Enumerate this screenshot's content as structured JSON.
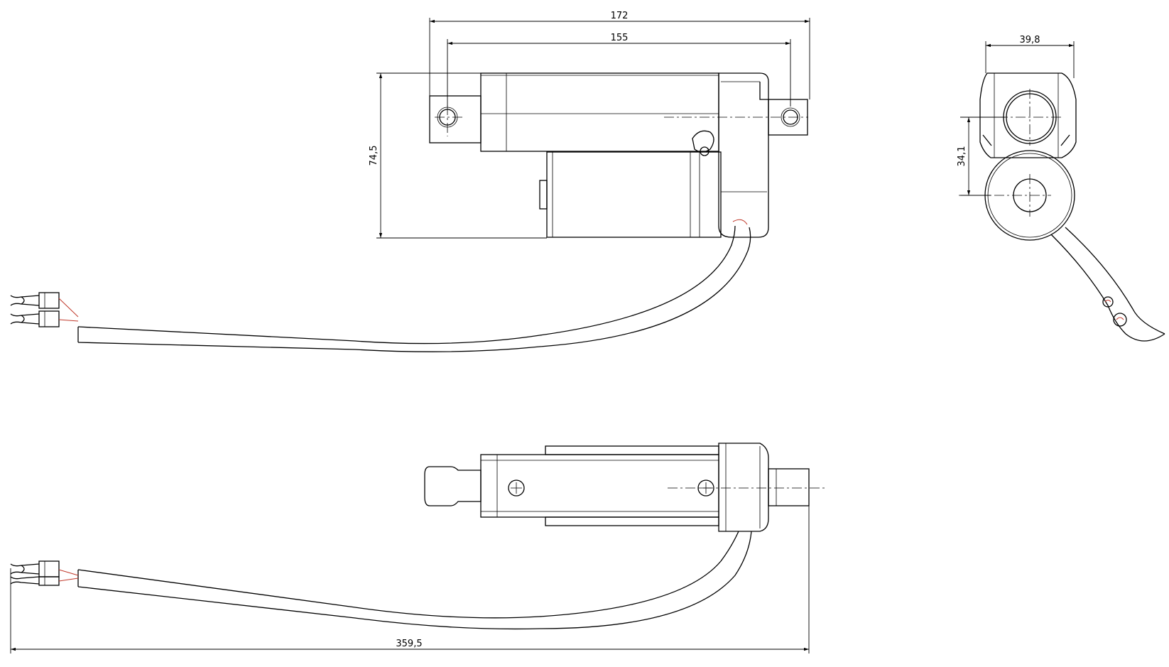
{
  "dimensions": {
    "overall_length": "172",
    "hole_to_hole": "155",
    "height": "74,5",
    "width_end_view": "39,8",
    "axis_offset_end_view": "34,1",
    "total_with_cable": "359,5"
  },
  "colors": {
    "line": "#000000",
    "wire_accent": "#c0392b",
    "background": "#ffffff"
  }
}
